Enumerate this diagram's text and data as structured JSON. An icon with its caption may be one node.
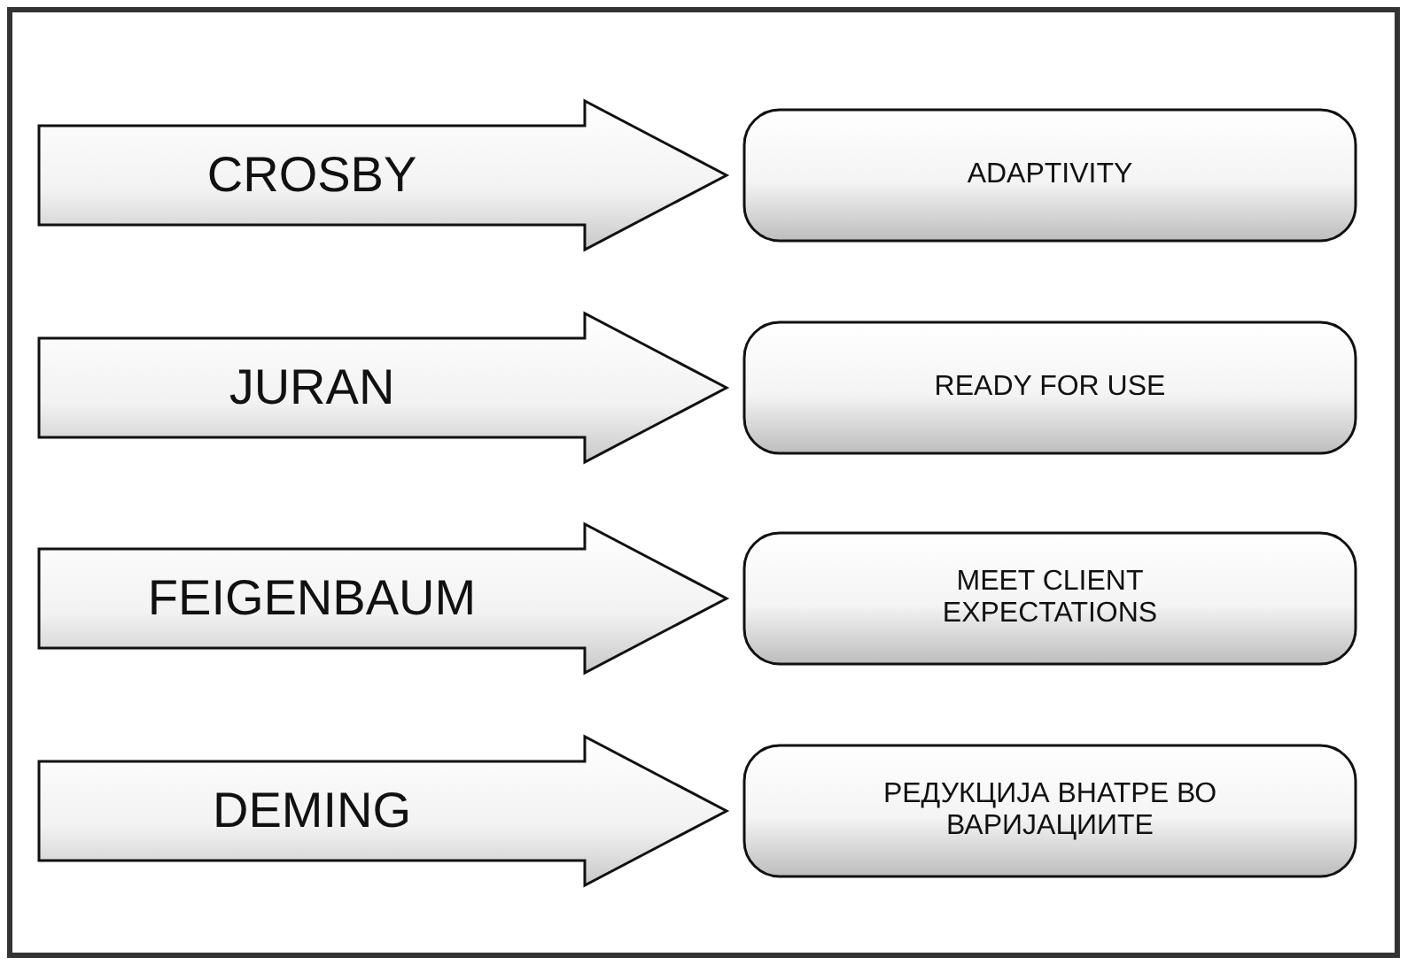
{
  "diagram": {
    "nodes": [
      {
        "text": [
          "ADAPTIVITY"
        ]
      },
      {
        "text": [
          "READY FOR USE"
        ]
      },
      {
        "text": [
          "MEET CLIENT EXPECTATIONS"
        ]
      },
      {
        "text": [
          "РЕДУКЦИЈА ВНАТРЕ ВО ВАРИЈАЦИИТЕ"
        ]
      }
    ],
    "edges": [
      {
        "from": null,
        "to": 0,
        "arrow": "to",
        "label": "CROSBY"
      },
      {
        "from": null,
        "to": 1,
        "arrow": "to",
        "label": "JURAN"
      },
      {
        "from": null,
        "to": 2,
        "arrow": "to",
        "label": "FEIGENBAUM"
      },
      {
        "from": null,
        "to": 3,
        "arrow": "to",
        "label": "DEMING"
      }
    ]
  }
}
